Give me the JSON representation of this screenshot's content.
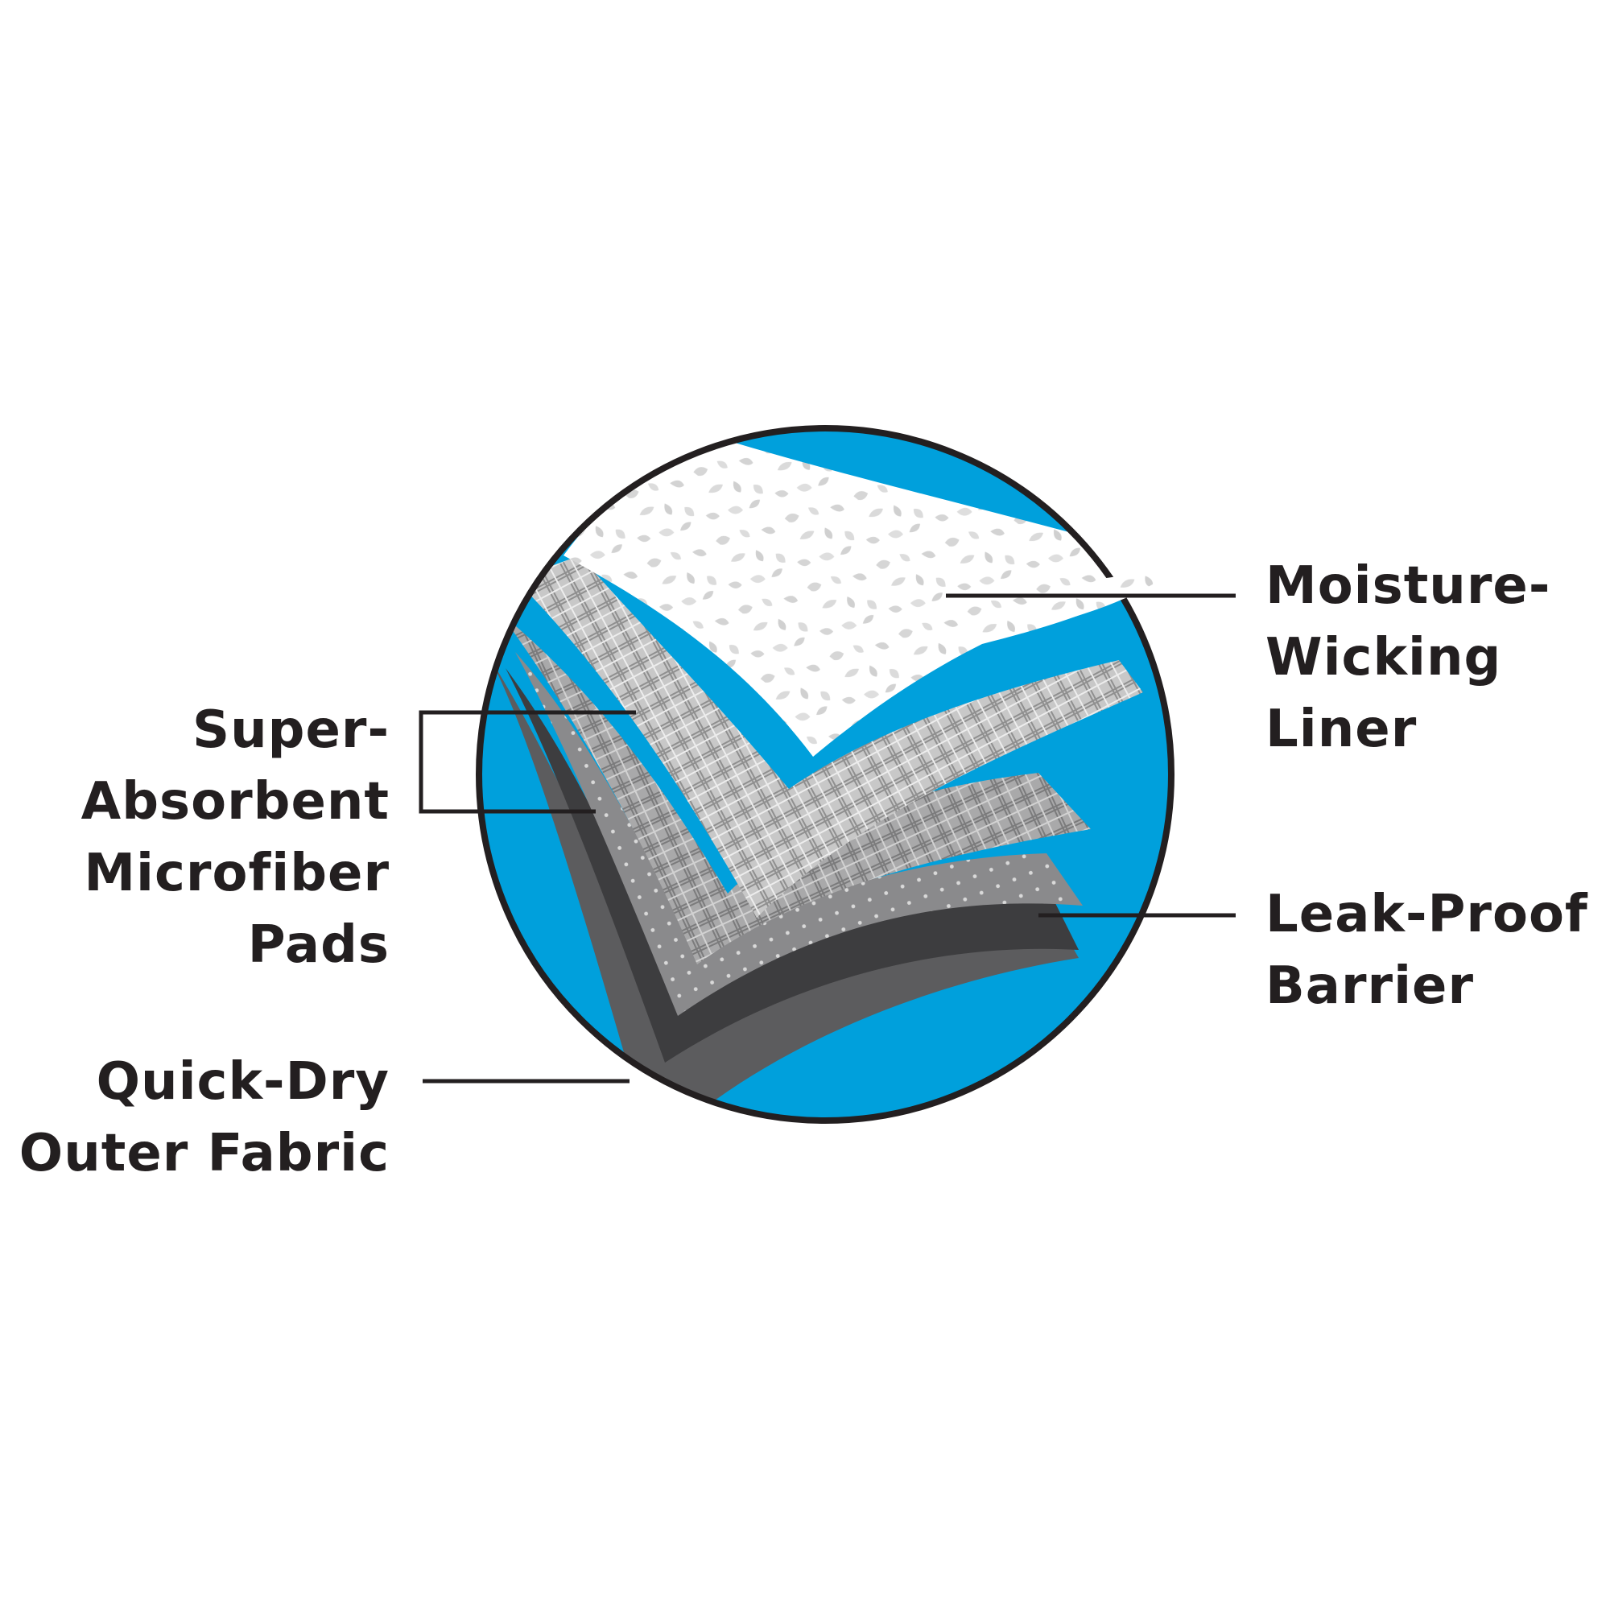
{
  "colors": {
    "circle_fill": "#00a0dc",
    "circle_stroke": "#231f20",
    "leader_lines": "#231f20",
    "text": "#231f20",
    "liner": "#ffffff",
    "pad_top": "#d0d0d0",
    "pad_bottom": "#b4b4b4",
    "barrier_light": "#8a8a8c",
    "barrier_dark": "#3d3d3f",
    "outer_fabric": "#5c5c5e"
  },
  "layers": [
    {
      "key": "liner",
      "lines": [
        "Moisture-",
        "Wicking",
        "Liner"
      ]
    },
    {
      "key": "pads",
      "lines": [
        "Super-",
        "Absorbent",
        "Microfiber",
        "Pads"
      ]
    },
    {
      "key": "barrier",
      "lines": [
        "Leak-Proof",
        "Barrier"
      ]
    },
    {
      "key": "outer",
      "lines": [
        "Quick-Dry",
        "Outer Fabric"
      ]
    }
  ]
}
